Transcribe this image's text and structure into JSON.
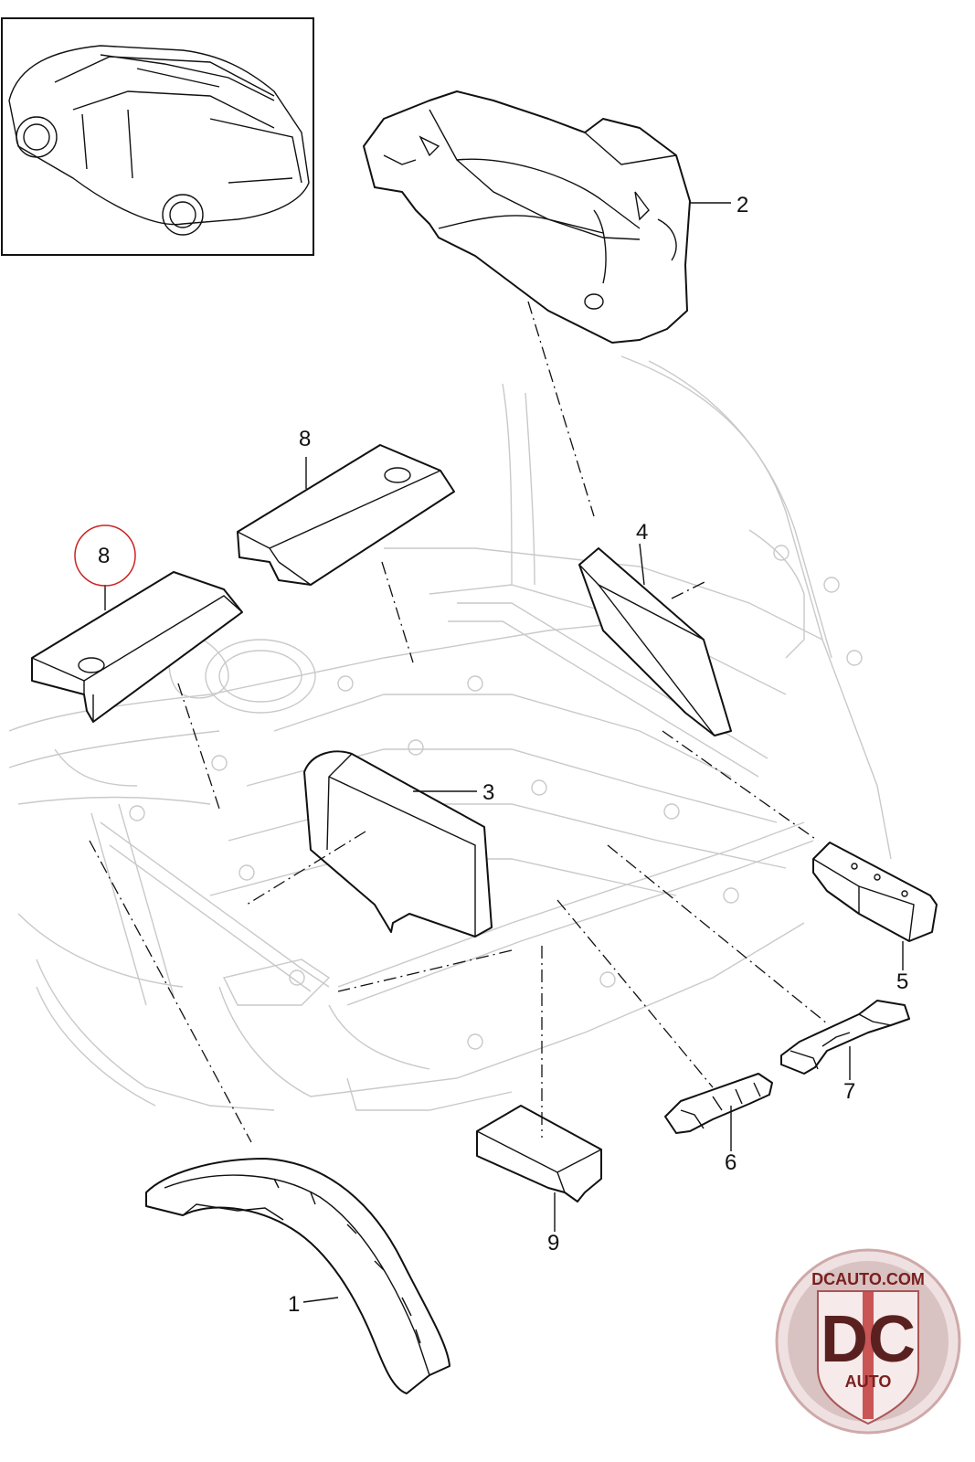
{
  "callouts": [
    {
      "id": "1",
      "label": "1"
    },
    {
      "id": "2",
      "label": "2"
    },
    {
      "id": "3",
      "label": "3"
    },
    {
      "id": "4",
      "label": "4"
    },
    {
      "id": "5",
      "label": "5"
    },
    {
      "id": "6",
      "label": "6"
    },
    {
      "id": "7",
      "label": "7"
    },
    {
      "id": "8a",
      "label": "8"
    },
    {
      "id": "8b",
      "label": "8"
    },
    {
      "id": "9",
      "label": "9"
    }
  ],
  "highlight": {
    "callout_id": "8b",
    "color": "#cc2222"
  },
  "watermark": {
    "top_text": "DCAUTO.COM",
    "monogram": "DC",
    "bottom_text": "AUTO",
    "color": "#7a1f1f"
  },
  "colors": {
    "outline": "#111111",
    "ghost": "#c9c9c9"
  }
}
